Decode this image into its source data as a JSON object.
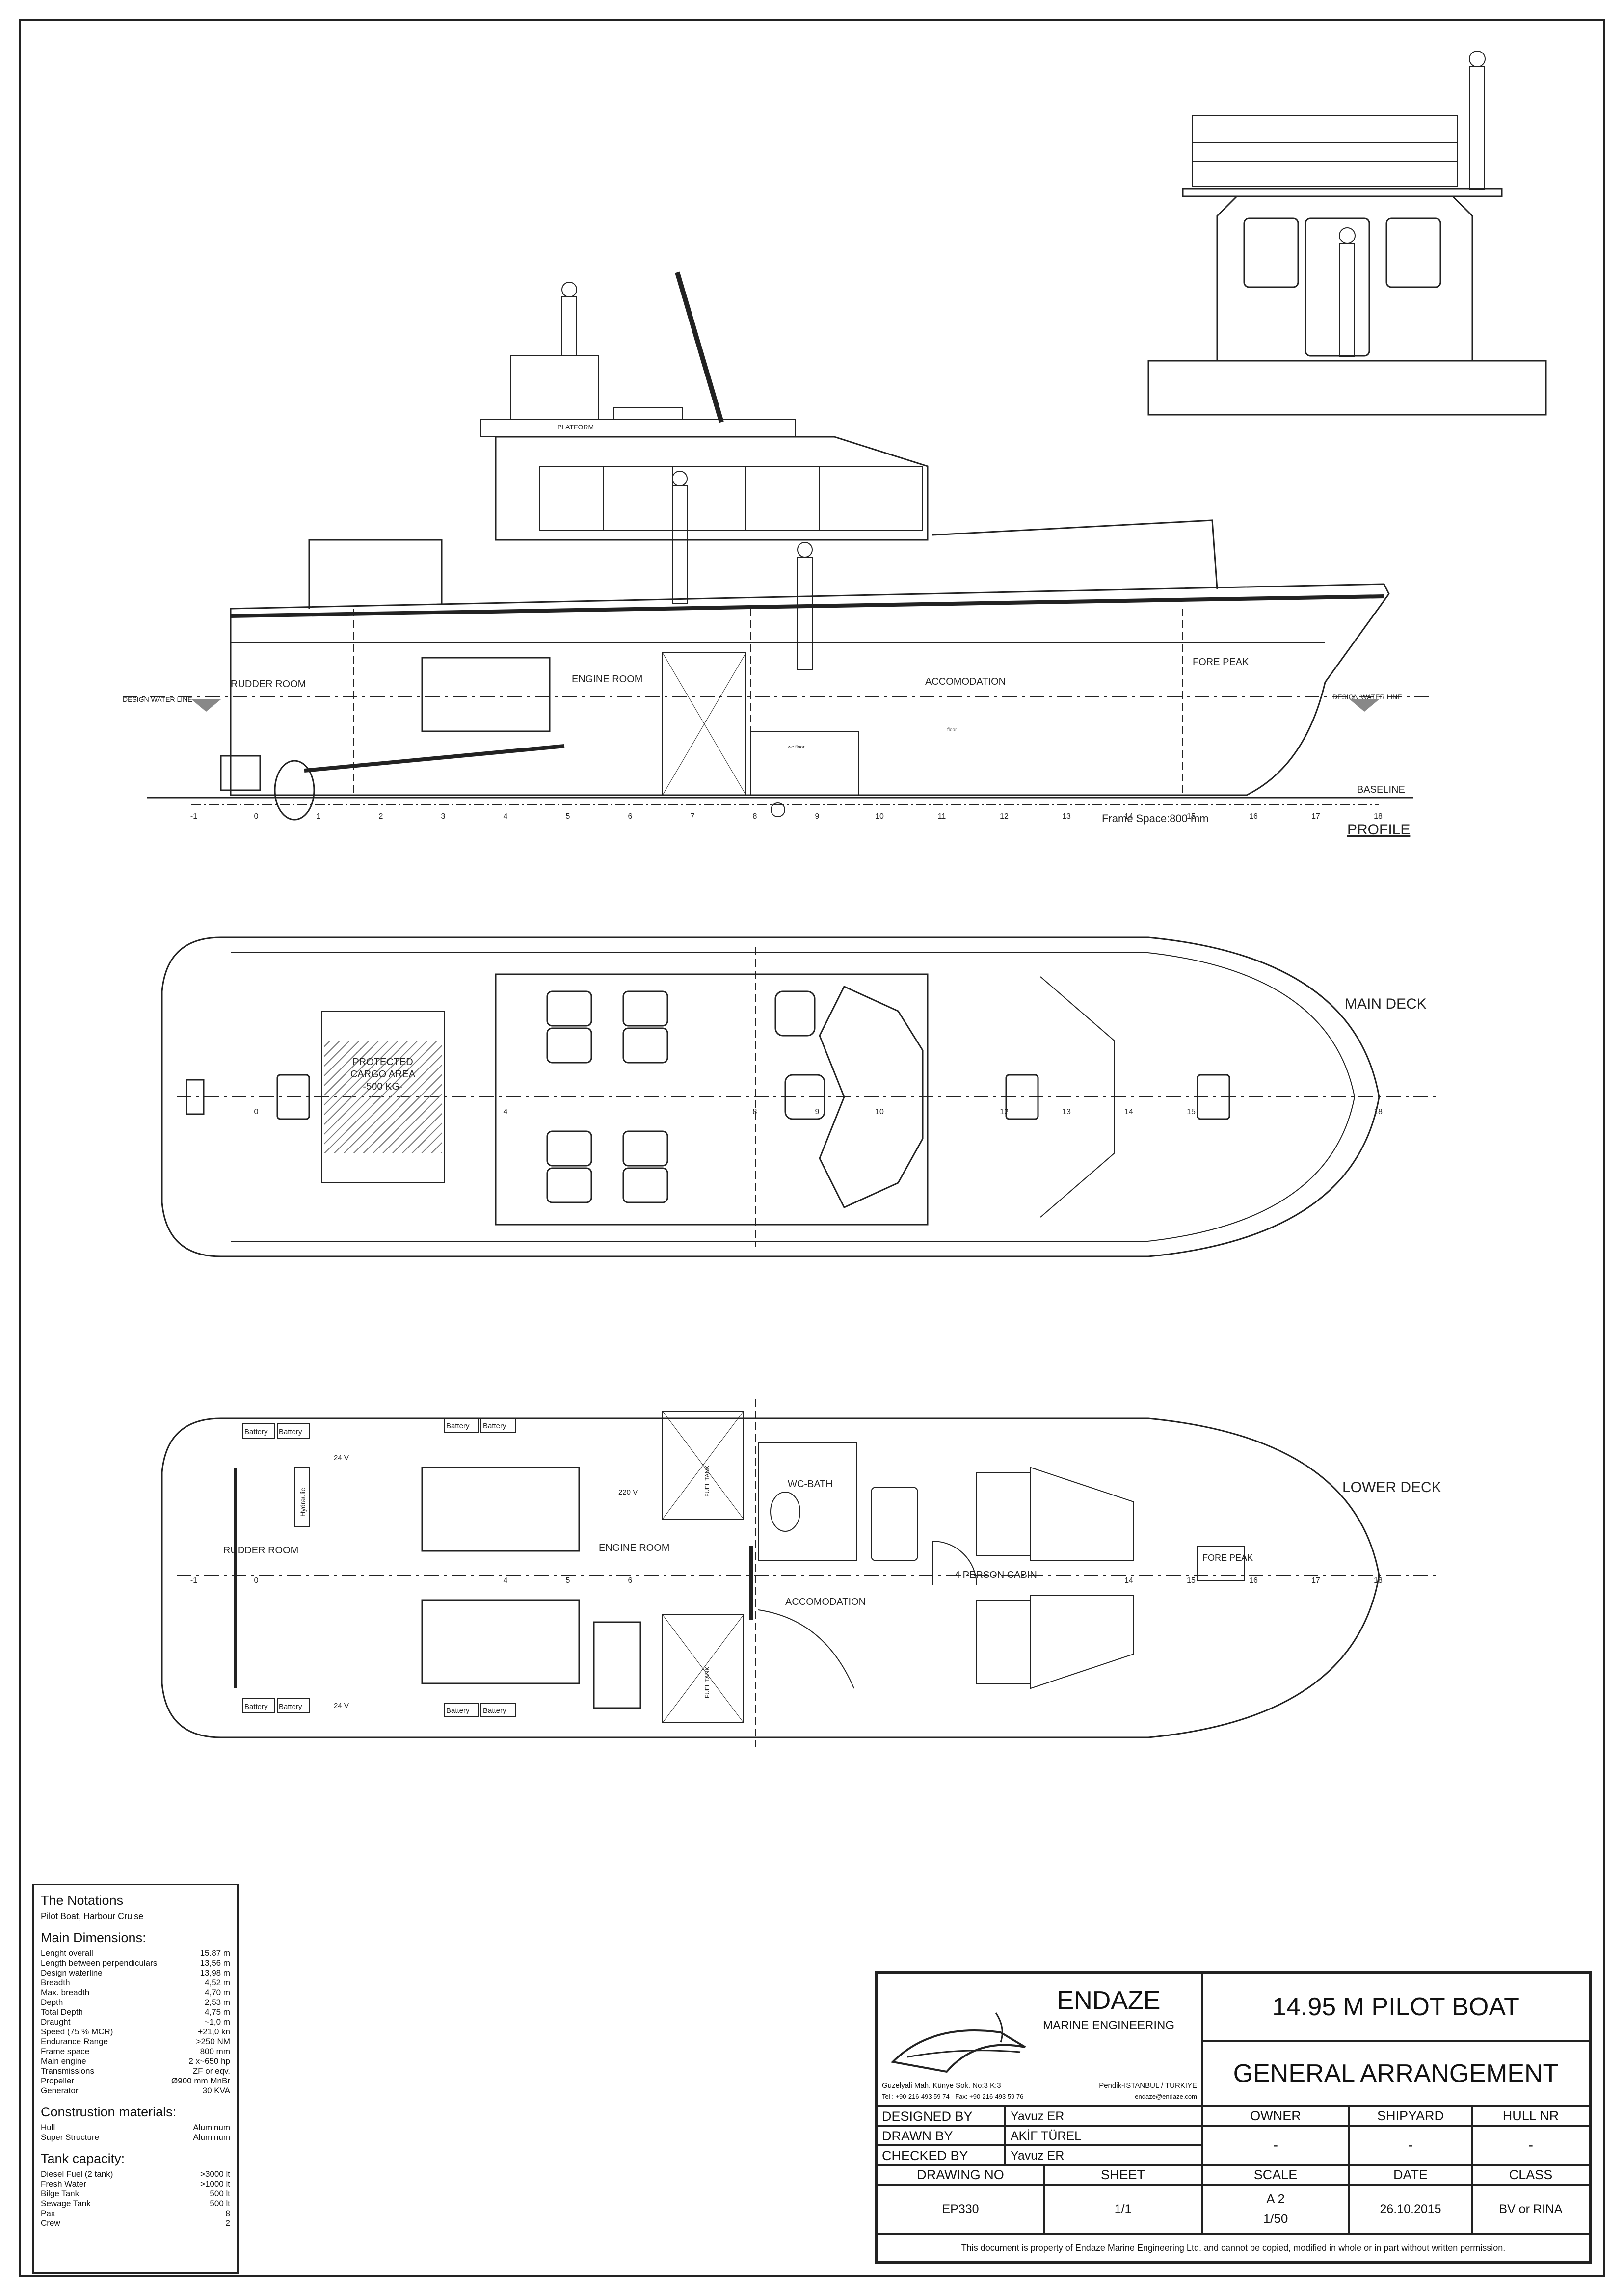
{
  "views": {
    "profile": {
      "title": "PROFILE",
      "labels": {
        "rudder_room": "RUDDER ROOM",
        "engine_room": "ENGINE ROOM",
        "accomodation": "ACCOMODATION",
        "fore_peak": "FORE PEAK",
        "design_water_line": "DESIGN WATER LINE",
        "baseline": "BASELINE",
        "platform": "PLATFORM",
        "frame_space": "Frame Space:800 mm",
        "floor": "floor",
        "wc_floor": "wc floor"
      },
      "frames": [
        "-1",
        "0",
        "1",
        "2",
        "3",
        "4",
        "5",
        "6",
        "7",
        "8",
        "9",
        "10",
        "11",
        "12",
        "13",
        "14",
        "15",
        "16",
        "17",
        "18"
      ]
    },
    "main_deck": {
      "title": "MAIN DECK",
      "cargo_area": [
        "PROTECTED",
        "CARGO AREA",
        "-500 KG-"
      ],
      "frames": [
        "0",
        "4",
        "8",
        "9",
        "10",
        "12",
        "13",
        "14",
        "15",
        "18"
      ]
    },
    "lower_deck": {
      "title": "LOWER DECK",
      "labels": {
        "rudder_room": "RUDDER ROOM",
        "engine_room": "ENGINE ROOM",
        "accomodation": "ACCOMODATION",
        "wc_bath": "WC-BATH",
        "person_cabin": "4 PERSON CABIN",
        "fore_peak": "FORE PEAK",
        "battery": "Battery",
        "hydraulic": "Hydraulic",
        "v24": "24 V",
        "v220": "220 V",
        "fuel_tank": "FUEL TANK"
      },
      "frames": [
        "-1",
        "0",
        "4",
        "5",
        "6",
        "14",
        "15",
        "16",
        "17",
        "18"
      ]
    }
  },
  "notations": {
    "title": "The Notations",
    "subtitle": "Pilot Boat, Harbour Cruise",
    "main_dimensions": {
      "title": "Main Dimensions:",
      "rows": [
        {
          "label": "Lenght overall",
          "value": "15.87 m"
        },
        {
          "label": "Length between perpendiculars",
          "value": "13,56 m"
        },
        {
          "label": "Design waterline",
          "value": "13,98 m"
        },
        {
          "label": "Breadth",
          "value": "4,52 m"
        },
        {
          "label": "Max. breadth",
          "value": "4,70 m"
        },
        {
          "label": "Depth",
          "value": "2,53 m"
        },
        {
          "label": "Total Depth",
          "value": "4,75 m"
        },
        {
          "label": "Draught",
          "value": "~1,0 m"
        },
        {
          "label": "Speed (75 % MCR)",
          "value": "+21,0 kn"
        },
        {
          "label": "Endurance Range",
          "value": ">250 NM"
        },
        {
          "label": "Frame space",
          "value": "800 mm"
        },
        {
          "label": "Main engine",
          "value": "2 x~650 hp"
        },
        {
          "label": "Transmissions",
          "value": "ZF or eqv."
        },
        {
          "label": "Propeller",
          "value": "Ø900 mm MnBr"
        },
        {
          "label": "Generator",
          "value": "30 KVA"
        }
      ]
    },
    "construction": {
      "title": "Construstion materials:",
      "rows": [
        {
          "label": "Hull",
          "value": "Aluminum"
        },
        {
          "label": "Super Structure",
          "value": "Aluminum"
        }
      ]
    },
    "tanks": {
      "title": "Tank capacity:",
      "rows": [
        {
          "label": "Diesel Fuel (2 tank)",
          "value": ">3000 lt"
        },
        {
          "label": "Fresh Water",
          "value": ">1000 lt"
        },
        {
          "label": "Bilge Tank",
          "value": "500 lt"
        },
        {
          "label": "Sewage Tank",
          "value": "500 lt"
        },
        {
          "label": "Pax",
          "value": "8"
        },
        {
          "label": "Crew",
          "value": "2"
        }
      ]
    }
  },
  "title_block": {
    "company": "ENDAZE",
    "company_sub": "MARINE ENGINEERING",
    "address": "Guzelyali Mah. Künye Sok. No:3 K:3",
    "city": "Pendik-ISTANBUL / TURKIYE",
    "contact": "Tel : +90-216-493 59 74 - Fax: +90-216-493 59 76",
    "email": "endaze@endaze.com",
    "project": "14.95 M PILOT BOAT",
    "drawing_title": "GENERAL ARRANGEMENT",
    "designed_by_label": "DESIGNED BY",
    "designed_by": "Yavuz ER",
    "drawn_by_label": "DRAWN BY",
    "drawn_by": "AKİF TÜREL",
    "checked_by_label": "CHECKED BY",
    "checked_by": "Yavuz ER",
    "owner_label": "OWNER",
    "owner": "-",
    "shipyard_label": "SHIPYARD",
    "shipyard": "-",
    "hull_nr_label": "HULL NR",
    "hull_nr": "-",
    "drawing_no_label": "DRAWING NO",
    "drawing_no": "EP330",
    "sheet_label": "SHEET",
    "sheet": "1/1",
    "scale_label": "SCALE",
    "scale_paper": "A 2",
    "scale": "1/50",
    "date_label": "DATE",
    "date": "26.10.2015",
    "class_label": "CLASS",
    "class": "BV or RINA",
    "disclaimer": "This document is property of  Endaze Marine Engineering Ltd. and cannot be copied, modified in whole or in part without written permission."
  }
}
